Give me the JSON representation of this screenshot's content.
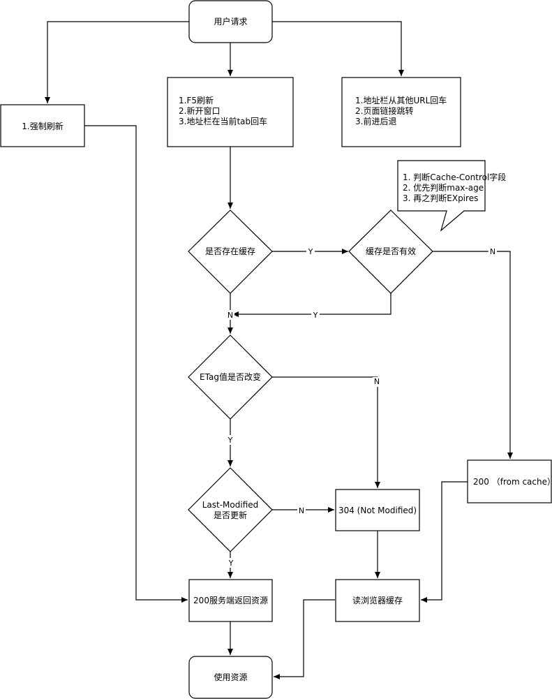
{
  "nodes": {
    "user_request": "用户请求",
    "force_refresh": "1.强制刷新",
    "f5_group": [
      "1.F5刷新",
      "2.新开窗口",
      "3.地址栏在当前tab回车"
    ],
    "url_group": [
      "1.地址栏从其他URL回车",
      "2.页面链接跳转",
      "3.前进后退"
    ],
    "cache_note": [
      "1. 判断Cache-Control字段",
      "2. 优先判断max-age",
      "3. 再之判断EXpires"
    ],
    "has_cache": "是否存在缓存",
    "cache_valid": "缓存是否有效",
    "etag_changed": "ETag值是否改变",
    "last_modified": [
      "Last-Modified",
      "是否更新"
    ],
    "not_modified": "304 (Not Modified)",
    "from_cache": "200 （from cache）",
    "server_return": "200服务端返回资源",
    "read_cache": "读浏览器缓存",
    "use_resource": "使用资源"
  },
  "edge_labels": {
    "has_cache_yes": "Y",
    "cache_valid_no": "N",
    "cache_valid_back_yes": "Y",
    "has_cache_no": "N",
    "etag_no": "N",
    "etag_yes": "Y",
    "last_modified_no": "N",
    "last_modified_yes": "Y"
  }
}
